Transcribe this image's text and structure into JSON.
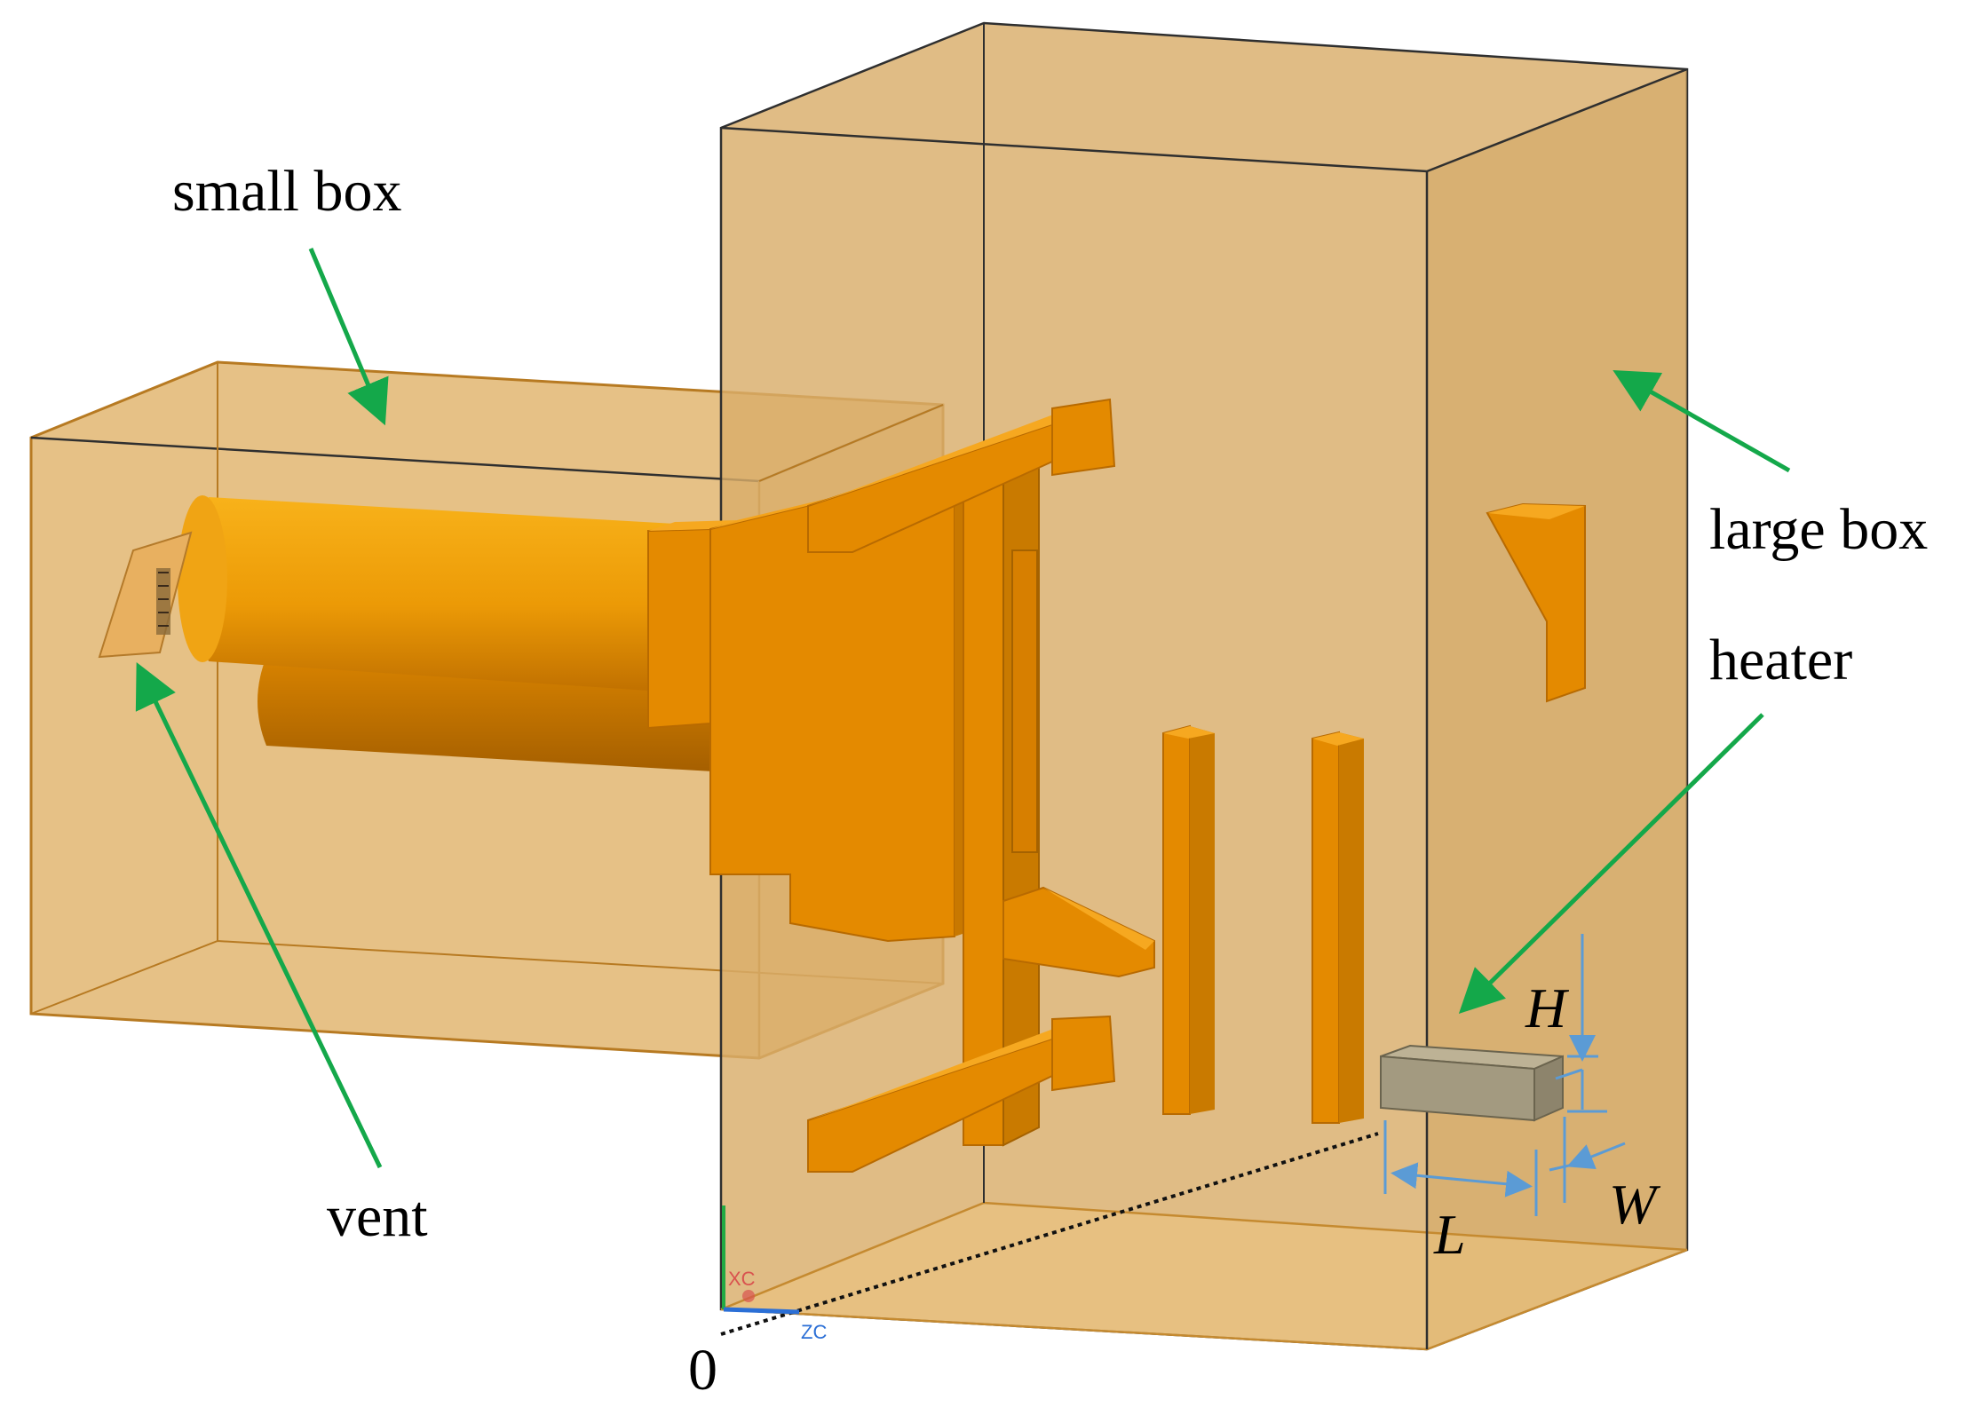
{
  "labels": {
    "small_box": "small box",
    "large_box": "large box",
    "heater": "heater",
    "vent": "vent",
    "origin": "0"
  },
  "dimensions": {
    "height": "H",
    "length": "L",
    "width": "W"
  },
  "axes": {
    "x": "XC",
    "z": "ZC"
  },
  "colors": {
    "box_fill": "#e0b572",
    "box_edge": "#2f2f2f",
    "component_orange": "#e48a00",
    "component_light": "#f7a81c",
    "component_dark": "#b86a00",
    "heater_fill": "#a39a80",
    "arrow_green": "#14a84a",
    "dimension_blue": "#5b9bd5",
    "axis_red": "#d9534f",
    "axis_blue": "#2b6fd6",
    "axis_green": "#22aa44"
  }
}
